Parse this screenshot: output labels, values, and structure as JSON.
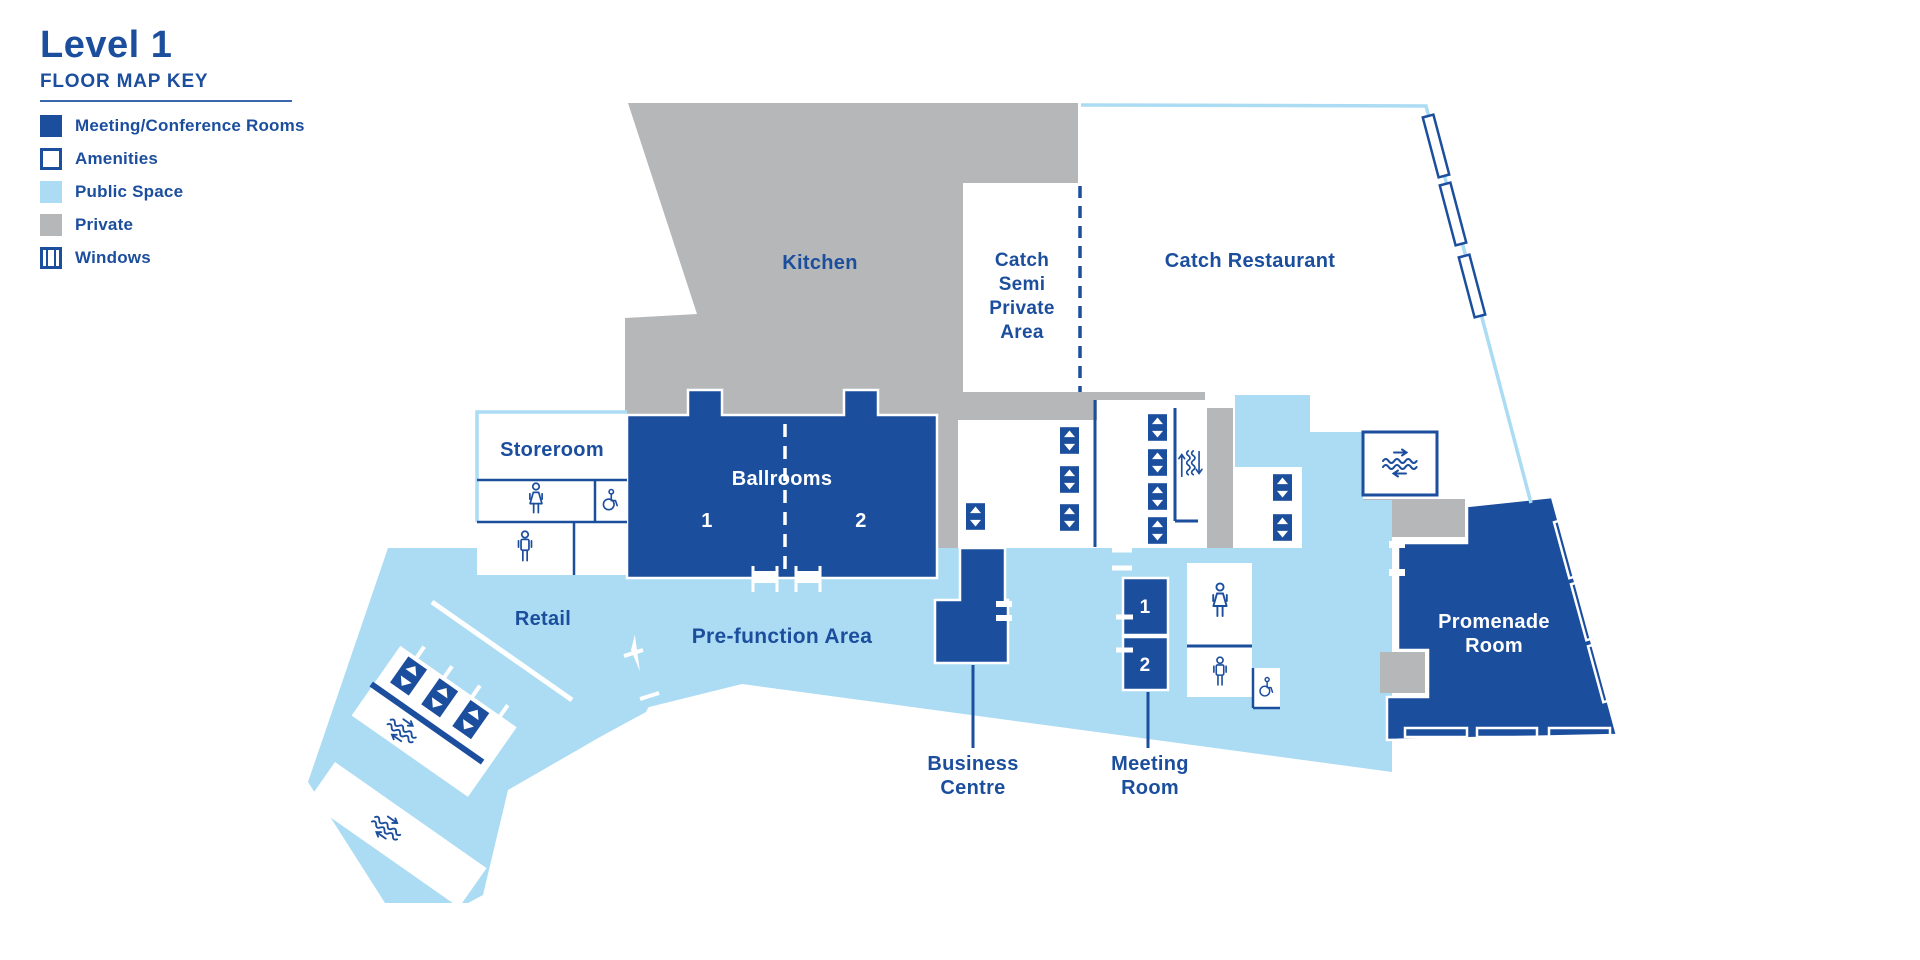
{
  "title": "Level 1",
  "subtitle": "FLOOR MAP KEY",
  "legend": {
    "items": [
      {
        "label": "Meeting/Conference Rooms",
        "swatch": "meeting-conference"
      },
      {
        "label": "Amenities",
        "swatch": "amenities"
      },
      {
        "label": "Public Space",
        "swatch": "public-space"
      },
      {
        "label": "Private",
        "swatch": "private"
      },
      {
        "label": "Windows",
        "swatch": "windows"
      }
    ]
  },
  "colors": {
    "meeting_rooms": "#1c4e9e",
    "amenities": "#ffffff",
    "public_space": "#abdcf3",
    "private": "#b5b7b9",
    "outline": "#abdcf3",
    "text": "#1c4e9e"
  },
  "rooms": {
    "kitchen": "Kitchen",
    "catch_semi": [
      "Catch",
      "Semi",
      "Private",
      "Area"
    ],
    "catch_restaurant": "Catch Restaurant",
    "storeroom": "Storeroom",
    "ballrooms": {
      "title": "Ballrooms",
      "n1": "1",
      "n2": "2"
    },
    "retail": "Retail",
    "prefunction": "Pre-function Area",
    "business_centre": [
      "Business",
      "Centre"
    ],
    "meeting_room": {
      "label": [
        "Meeting",
        "Room"
      ],
      "n1": "1",
      "n2": "2"
    },
    "promenade": [
      "Promenade",
      "Room"
    ]
  },
  "icons": {
    "elevator": "up-down-arrows",
    "escalator": "zigzag-right-left-arrows",
    "stairs": "up-zigzag-down-arrows",
    "restroom_woman": "woman-figure",
    "restroom_man": "man-figure",
    "accessible": "wheelchair",
    "window": "barred-rectangle"
  }
}
